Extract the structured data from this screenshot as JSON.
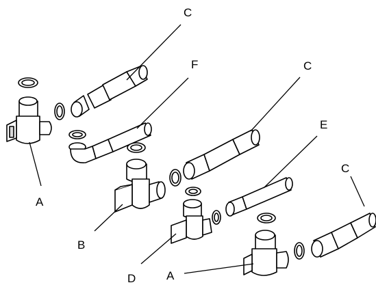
{
  "labels": {
    "c_top": "C",
    "f": "F",
    "c_mid": "C",
    "e": "E",
    "c_right": "C",
    "a_left": "A",
    "b": "B",
    "d": "D",
    "a_bottom": "A"
  }
}
